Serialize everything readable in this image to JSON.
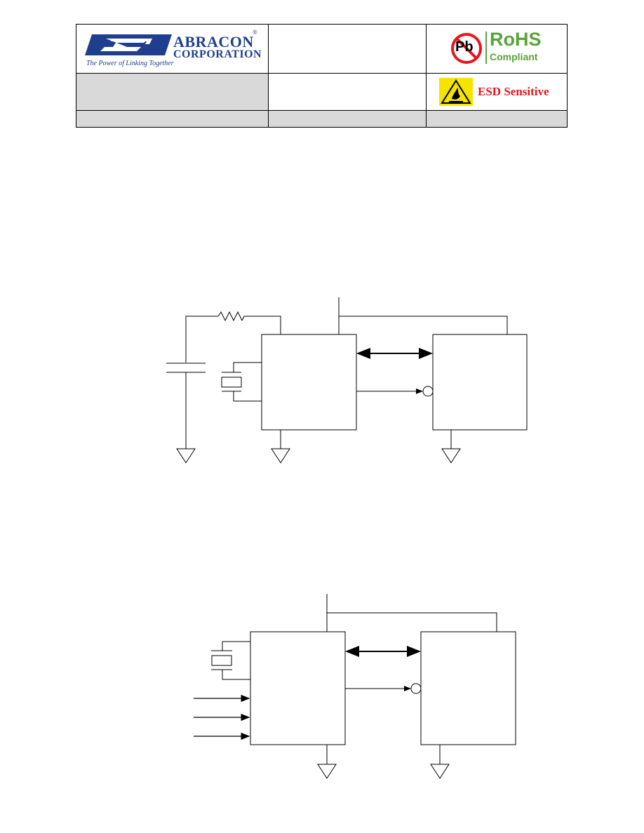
{
  "header": {
    "brand_line1": "ABRACON",
    "brand_line2": "CORPORATION",
    "registered_mark": "®",
    "tagline": "The Power of Linking Together",
    "rohs_symbol": "Pb",
    "rohs_title": "RoHS",
    "rohs_subtitle": "Compliant",
    "esd_label": "ESD Sensitive",
    "colors": {
      "brand_blue": "#1f3f8e",
      "rohs_green": "#5aa33a",
      "esd_red": "#e8141e",
      "esd_yellow": "#f5e400",
      "cell_gray": "#d9d9d9"
    },
    "icons": [
      "abracon-logo-icon",
      "no-lead-icon",
      "esd-warning-icon"
    ]
  },
  "circuits": [
    {
      "name": "circuit-rc-crystal",
      "components": [
        "resistor",
        "capacitor",
        "crystal",
        "rtc-block",
        "mcu-block",
        "bidirectional-bus",
        "interrupt-line",
        "ground-x3"
      ]
    },
    {
      "name": "circuit-crystal-inputs",
      "components": [
        "crystal",
        "input-arrow-x3",
        "rtc-block",
        "mcu-block",
        "bidirectional-bus",
        "interrupt-line",
        "ground-x2"
      ]
    }
  ]
}
